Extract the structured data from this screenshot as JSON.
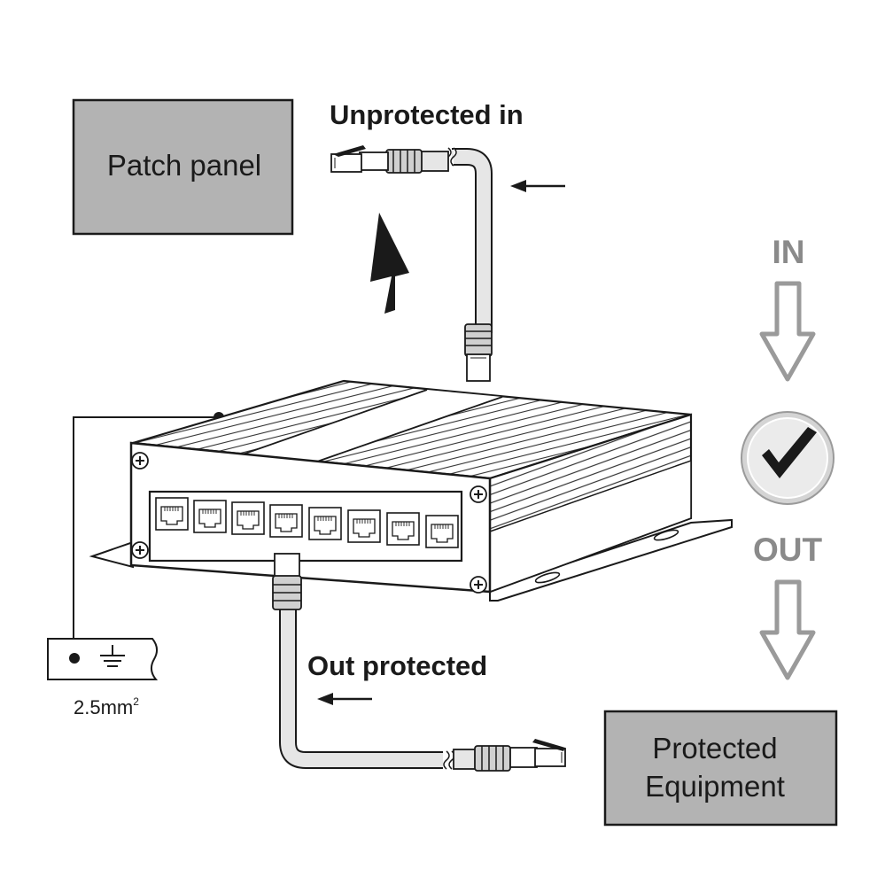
{
  "labels": {
    "patch_panel": "Patch panel",
    "unprotected_in": "Unprotected in",
    "out_protected": "Out protected",
    "protected_line1": "Protected",
    "protected_line2": "Equipment",
    "in": "IN",
    "out": "OUT",
    "wire_size": "2.5mm",
    "wire_size_sup": "2"
  },
  "device": {
    "port_count": 8
  },
  "colors": {
    "box_fill": "#b3b3b3",
    "outline": "#1a1a1a",
    "cable_fill": "#e6e6e6",
    "flow_arrow": "#9a9a9a",
    "check_bg": "#d4d4d4"
  },
  "icons": {
    "lightning": "lightning-bolt-icon",
    "check": "check-mark-icon",
    "ground": "ground-symbol-icon"
  }
}
